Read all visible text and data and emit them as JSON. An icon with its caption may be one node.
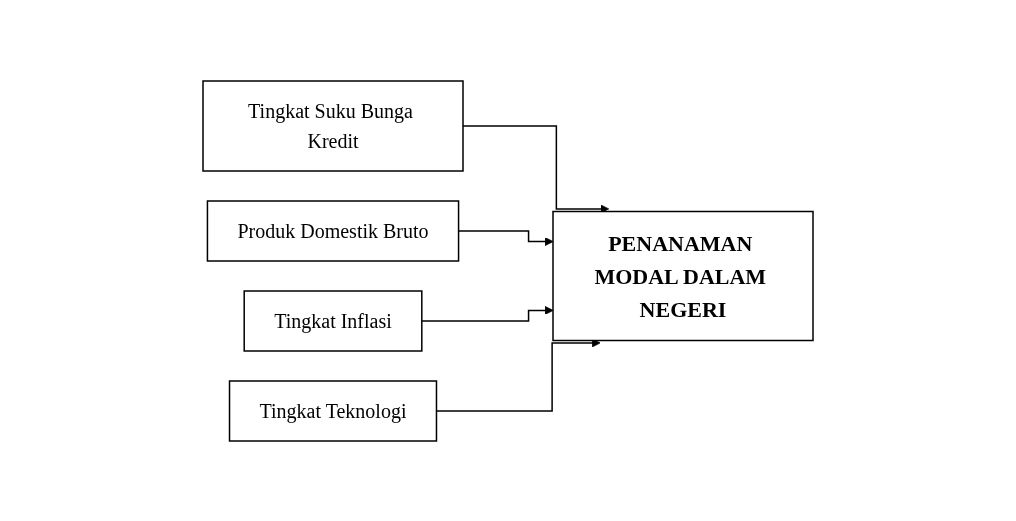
{
  "diagram": {
    "nodes": [
      {
        "text": [
          "Tingkat Suku Bunga Kredit"
        ]
      },
      {
        "text": [
          "Produk Domestik Bruto"
        ]
      },
      {
        "text": [
          "Tingkat Inflasi"
        ]
      },
      {
        "text": [
          "Tingkat Teknologi"
        ]
      },
      {
        "text": [
          "PENANAMAN MODAL DALAM NEGERI"
        ]
      }
    ],
    "edges": [
      {
        "from": 0,
        "to": 4,
        "arrow": "to"
      },
      {
        "from": 1,
        "to": 4,
        "arrow": "to"
      },
      {
        "from": 2,
        "to": 4,
        "arrow": "to"
      },
      {
        "from": 3,
        "to": 4,
        "arrow": "to"
      }
    ]
  }
}
